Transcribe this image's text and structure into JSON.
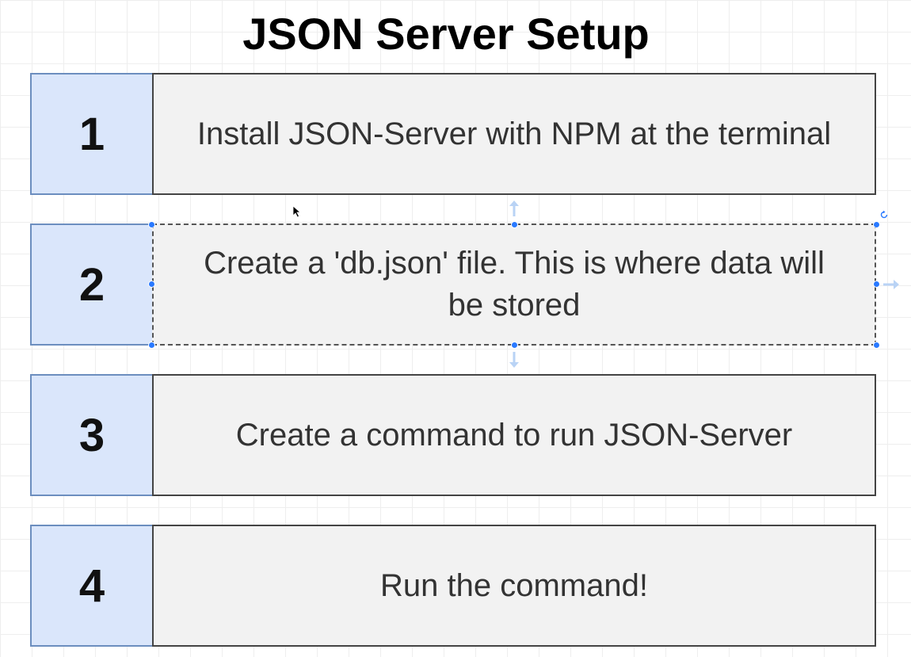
{
  "page": {
    "title": "JSON Server Setup"
  },
  "steps": [
    {
      "number": "1",
      "text": "Install JSON-Server with NPM at the terminal"
    },
    {
      "number": "2",
      "text": "Create a 'db.json' file.  This is where data will be stored"
    },
    {
      "number": "3",
      "text": "Create a command to run JSON-Server"
    },
    {
      "number": "4",
      "text": "Run the command!"
    }
  ],
  "selection": {
    "selected_step": "2",
    "handle_color": "#2979ff"
  },
  "colors": {
    "number_box_fill": "#dae6fb",
    "number_box_border": "#6c8ebf",
    "text_box_fill": "#f2f2f2",
    "text_box_border": "#444444"
  },
  "icons": {
    "cursor": "mouse-pointer-icon",
    "rotate": "rotate-icon",
    "connect_arrows": "connect-arrow-icon"
  }
}
